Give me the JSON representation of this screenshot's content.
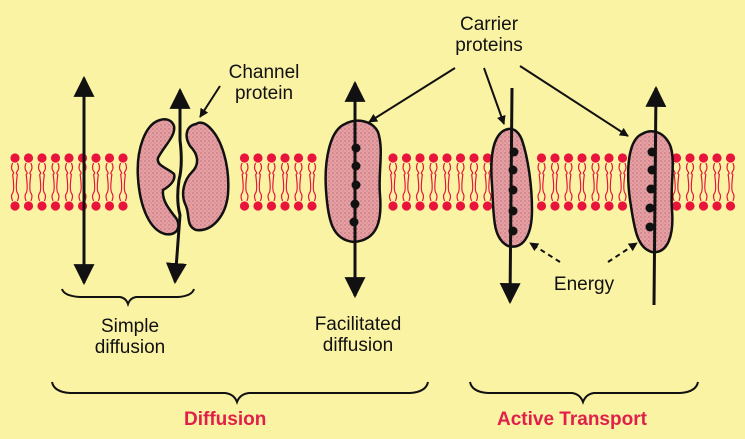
{
  "colors": {
    "background": "#fbf3a4",
    "lipid": "#e8143c",
    "protein_fill": "#e6a0a4",
    "outline": "#111111",
    "category_text": "#e0204a"
  },
  "labels": {
    "carrier_proteins": [
      "Carrier",
      "proteins"
    ],
    "channel_protein": [
      "Channel",
      "protein"
    ],
    "simple_diffusion": [
      "Simple",
      "diffusion"
    ],
    "facilitated_diffusion": [
      "Facilitated",
      "diffusion"
    ],
    "energy": "Energy"
  },
  "categories": {
    "diffusion": "Diffusion",
    "active_transport": "Active Transport"
  }
}
